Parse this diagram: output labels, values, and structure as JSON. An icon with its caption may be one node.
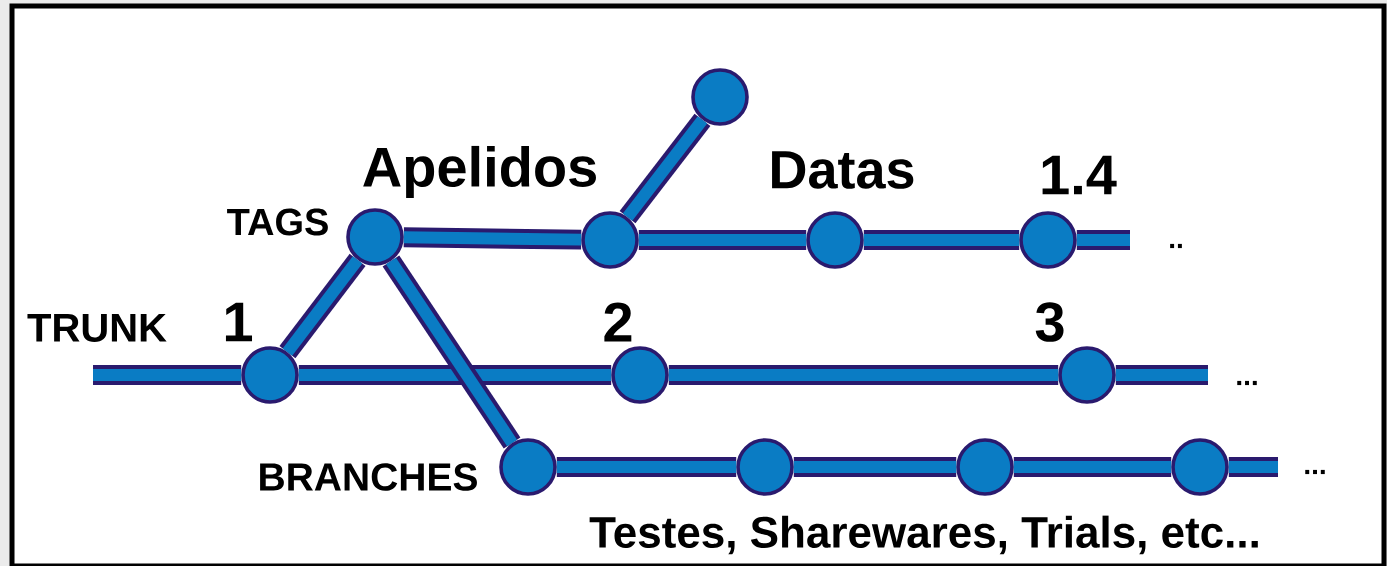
{
  "diagram": {
    "nodes": [
      {
        "text": [],
        "shape": "circle"
      },
      {
        "text": [],
        "shape": "circle"
      },
      {
        "text": [],
        "shape": "circle"
      },
      {
        "text": [],
        "shape": "circle"
      },
      {
        "text": [],
        "shape": "circle"
      },
      {
        "text": [],
        "shape": "circle"
      },
      {
        "text": [],
        "shape": "circle"
      },
      {
        "text": [],
        "shape": "circle"
      },
      {
        "text": [],
        "shape": "circle"
      },
      {
        "text": [],
        "shape": "circle"
      },
      {
        "text": [],
        "shape": "circle"
      },
      {
        "text": [],
        "shape": "circle"
      }
    ],
    "edges": [
      {
        "from": null,
        "to": 0,
        "arrow": "none"
      },
      {
        "from": 0,
        "to": 6,
        "arrow": "none"
      },
      {
        "from": 6,
        "to": 7,
        "arrow": "none"
      },
      {
        "from": 7,
        "to": null,
        "arrow": "none"
      },
      {
        "from": 0,
        "to": 1,
        "arrow": "none"
      },
      {
        "from": 1,
        "to": 2,
        "arrow": "none"
      },
      {
        "from": 2,
        "to": 3,
        "arrow": "none"
      },
      {
        "from": 2,
        "to": 4,
        "arrow": "none"
      },
      {
        "from": 4,
        "to": 5,
        "arrow": "none"
      },
      {
        "from": 5,
        "to": null,
        "arrow": "none"
      },
      {
        "from": 1,
        "to": 8,
        "arrow": "none"
      },
      {
        "from": 8,
        "to": 9,
        "arrow": "none"
      },
      {
        "from": 9,
        "to": 10,
        "arrow": "none"
      },
      {
        "from": 10,
        "to": 11,
        "arrow": "none"
      },
      {
        "from": 11,
        "to": null,
        "arrow": "none"
      }
    ],
    "labels": [
      "Apelidos",
      "Datas",
      "1.4",
      "TAGS",
      "..",
      "TRUNK",
      "1",
      "2",
      "3",
      "...",
      "BRANCHES",
      "...",
      "Testes, Sharewares, Trials, etc..."
    ]
  }
}
